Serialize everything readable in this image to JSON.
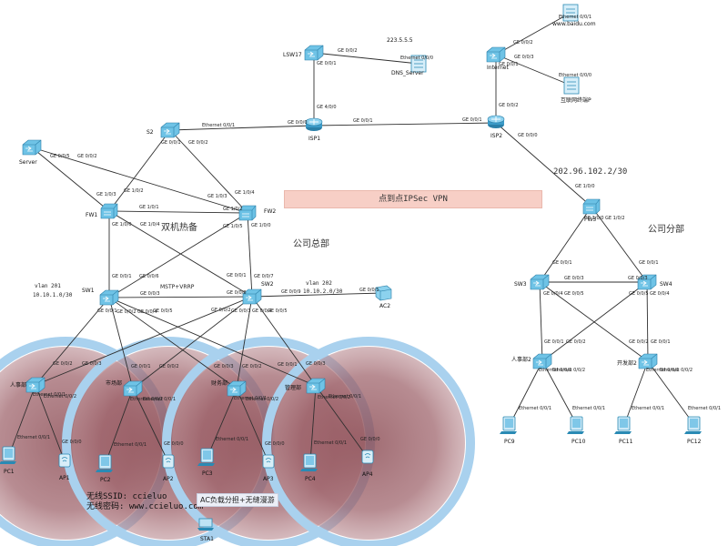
{
  "colors": {
    "accent": "#2a8ab4",
    "link": "#2f2f2f",
    "vpn_band": "#f7cfc6",
    "wifi_area": "#8a4a52",
    "wifi_ring": "#a9d1ee"
  },
  "vpn_banner": "点到点IPSec VPN",
  "region_labels": {
    "hot_standby": "双机热备",
    "hq": "公司总部",
    "branch": "公司分部",
    "branch_ip": "202.96.102.2/30"
  },
  "vlan_labels": {
    "vlan201": "vlan 201",
    "vlan201_ip": "10.10.1.0/30",
    "vlan202": "vlan 202",
    "vlan202_ip": "10.10.2.0/30",
    "mstp": "MSTP+VRRP"
  },
  "wireless_info": {
    "ssid": "无线SSID: ccieluo",
    "password": "无线密码: www.ccieluo.com",
    "ac_note": "AC负载分担+无缝漫游"
  },
  "nodes": [
    {
      "id": "baidu",
      "name": "www.baidu.com",
      "type": "server"
    },
    {
      "id": "lsw17",
      "name": "LSW17",
      "type": "switch"
    },
    {
      "id": "dns_ip",
      "name": "223.5.5.5",
      "type": "text"
    },
    {
      "id": "dns",
      "name": "DNS_Server",
      "type": "server"
    },
    {
      "id": "internet",
      "name": "Internet",
      "type": "switch"
    },
    {
      "id": "nettest",
      "name": "互联网终端P",
      "type": "server"
    },
    {
      "id": "isp1",
      "name": "ISP1",
      "type": "router"
    },
    {
      "id": "isp2",
      "name": "ISP2",
      "type": "router"
    },
    {
      "id": "s2",
      "name": "S2",
      "type": "switch"
    },
    {
      "id": "server",
      "name": "Server",
      "type": "switch"
    },
    {
      "id": "fw1",
      "name": "FW1",
      "type": "firewall"
    },
    {
      "id": "fw2",
      "name": "FW2",
      "type": "firewall"
    },
    {
      "id": "fw3",
      "name": "FW3",
      "type": "firewall"
    },
    {
      "id": "sw1",
      "name": "SW1",
      "type": "l3switch"
    },
    {
      "id": "sw2",
      "name": "SW2",
      "type": "l3switch"
    },
    {
      "id": "ac2",
      "name": "AC2",
      "type": "ac"
    },
    {
      "id": "sw3",
      "name": "SW3",
      "type": "l3switch"
    },
    {
      "id": "sw4",
      "name": "SW4",
      "type": "l3switch"
    },
    {
      "id": "hr",
      "name": "人事部",
      "type": "switch"
    },
    {
      "id": "mkt",
      "name": "市场部",
      "type": "switch"
    },
    {
      "id": "fin",
      "name": "财务部",
      "type": "switch"
    },
    {
      "id": "mgmt",
      "name": "管理部",
      "type": "switch"
    },
    {
      "id": "hr2",
      "name": "人事部2",
      "type": "switch"
    },
    {
      "id": "dev2",
      "name": "开发部2",
      "type": "switch"
    },
    {
      "id": "pc1",
      "name": "PC1",
      "type": "pc"
    },
    {
      "id": "ap1",
      "name": "AP1",
      "type": "ap"
    },
    {
      "id": "pc2",
      "name": "PC2",
      "type": "pc"
    },
    {
      "id": "ap2",
      "name": "AP2",
      "type": "ap"
    },
    {
      "id": "pc3",
      "name": "PC3",
      "type": "pc"
    },
    {
      "id": "ap3",
      "name": "AP3",
      "type": "ap"
    },
    {
      "id": "pc4",
      "name": "PC4",
      "type": "pc"
    },
    {
      "id": "ap4",
      "name": "AP4",
      "type": "ap"
    },
    {
      "id": "sta1",
      "name": "STA1",
      "type": "sta"
    },
    {
      "id": "pc9",
      "name": "PC9",
      "type": "pc"
    },
    {
      "id": "pc10",
      "name": "PC10",
      "type": "pc"
    },
    {
      "id": "pc11",
      "name": "PC11",
      "type": "pc"
    },
    {
      "id": "pc12",
      "name": "PC12",
      "type": "pc"
    }
  ],
  "links": [
    {
      "from": "internet",
      "to": "baidu",
      "a": "GE 0/0/2",
      "b": "Ethernet 0/0/1"
    },
    {
      "from": "internet",
      "to": "nettest",
      "a": "GE 0/0/3",
      "b": "Ethernet 0/0/0"
    },
    {
      "from": "lsw17",
      "to": "dns",
      "a": "GE 0/0/2",
      "b": "Ethernet 0/0/0"
    },
    {
      "from": "lsw17",
      "to": "isp1",
      "a": "GE 0/0/1",
      "b": "GE 4/0/0"
    },
    {
      "from": "internet",
      "to": "isp2",
      "a": "GE 0/0/1",
      "b": "GE 0/0/2"
    },
    {
      "from": "isp1",
      "to": "isp2",
      "a": "GE 0/0/1",
      "b": "GE 0/0/1"
    },
    {
      "from": "s2",
      "to": "isp1",
      "a": "Ethernet 0/0/1",
      "b": "GE 0/0/0"
    },
    {
      "from": "isp2",
      "to": "fw3",
      "a": "GE 0/0/0",
      "b": "GE 1/0/0"
    },
    {
      "from": "s2",
      "to": "fw1",
      "a": "GE 0/0/1",
      "b": "GE 1/0/2"
    },
    {
      "from": "s2",
      "to": "fw2",
      "a": "GE 0/0/2",
      "b": "GE 1/0/4"
    },
    {
      "from": "server",
      "to": "fw1",
      "a": "GE 0/0/5",
      "b": "GE 1/0/3"
    },
    {
      "from": "server",
      "to": "fw2",
      "a": "GE 0/0/2",
      "b": "GE 1/0/3"
    },
    {
      "from": "fw1",
      "to": "fw2",
      "a": "GE 1/0/1",
      "b": "GE 1/0/2"
    },
    {
      "from": "fw1",
      "to": "sw1",
      "a": "GE 1/0/0",
      "b": "GE 0/0/1"
    },
    {
      "from": "fw2",
      "to": "sw2",
      "a": "GE 1/0/0",
      "b": "GE 0/0/7"
    },
    {
      "from": "fw1",
      "to": "sw2",
      "a": "GE 1/0/4",
      "b": "GE 0/0/1"
    },
    {
      "from": "fw2",
      "to": "sw1",
      "a": "GE 1/0/5",
      "b": "GE 0/0/6"
    },
    {
      "from": "sw1",
      "to": "sw2",
      "a": "GE 0/0/3",
      "b": "GE 0/0/8"
    },
    {
      "from": "sw2",
      "to": "ac2",
      "a": "GE 0/0/9",
      "b": "GE 0/0/1"
    },
    {
      "from": "sw1",
      "to": "hr",
      "a": "GE 0/0/1",
      "b": "GE 0/0/2"
    },
    {
      "from": "sw1",
      "to": "mkt",
      "a": "GE 0/0/2",
      "b": "GE 0/0/1"
    },
    {
      "from": "sw1",
      "to": "fin",
      "a": "GE 0/0/4",
      "b": "GE 0/0/3"
    },
    {
      "from": "sw1",
      "to": "mgmt",
      "a": "GE 0/0/5",
      "b": "GE 0/0/1"
    },
    {
      "from": "sw2",
      "to": "hr",
      "a": "GE 0/0/2",
      "b": "GE 0/0/3"
    },
    {
      "from": "sw2",
      "to": "mkt",
      "a": "GE 0/0/3",
      "b": "GE 0/0/2"
    },
    {
      "from": "sw2",
      "to": "fin",
      "a": "GE 0/0/4",
      "b": "GE 0/0/2"
    },
    {
      "from": "sw2",
      "to": "mgmt",
      "a": "GE 0/0/5",
      "b": "GE 0/0/3"
    },
    {
      "from": "hr",
      "to": "pc1",
      "a": "Ethernet 0/0/1",
      "b": "Ethernet 0/0/1"
    },
    {
      "from": "hr",
      "to": "ap1",
      "a": "Ethernet 0/0/2",
      "b": "GE 0/0/0"
    },
    {
      "from": "mkt",
      "to": "pc2",
      "a": "Ethernet 0/0/2",
      "b": "Ethernet 0/0/1"
    },
    {
      "from": "mkt",
      "to": "ap2",
      "a": "Ethernet 0/0/1",
      "b": "GE 0/0/0"
    },
    {
      "from": "fin",
      "to": "pc3",
      "a": "Ethernet 0/0/1",
      "b": "Ethernet 0/0/1"
    },
    {
      "from": "fin",
      "to": "ap3",
      "a": "Ethernet 0/0/2",
      "b": "GE 0/0/0"
    },
    {
      "from": "mgmt",
      "to": "pc4",
      "a": "Ethernet 0/0/2",
      "b": "Ethernet 0/0/1"
    },
    {
      "from": "mgmt",
      "to": "ap4",
      "a": "Ethernet 0/0/1",
      "b": "GE 0/0/0"
    },
    {
      "from": "fw3",
      "to": "sw3",
      "a": "GE 1/0/0",
      "b": "GE 0/0/1"
    },
    {
      "from": "fw3",
      "to": "sw4",
      "a": "GE 1/0/2",
      "b": "GE 0/0/1"
    },
    {
      "from": "sw3",
      "to": "sw4",
      "a": "GE 0/0/3",
      "b": "GE 0/0/3"
    },
    {
      "from": "sw3",
      "to": "hr2",
      "a": "GE 0/0/4",
      "b": "GE 0/0/1"
    },
    {
      "from": "sw3",
      "to": "dev2",
      "a": "GE 0/0/5",
      "b": "GE 0/0/2"
    },
    {
      "from": "sw4",
      "to": "hr2",
      "a": "GE 0/0/5",
      "b": "GE 0/0/2"
    },
    {
      "from": "sw4",
      "to": "dev2",
      "a": "GE 0/0/4",
      "b": "GE 0/0/1"
    },
    {
      "from": "hr2",
      "to": "pc9",
      "a": "Ethernet 0/0/1",
      "b": "Ethernet 0/0/1"
    },
    {
      "from": "hr2",
      "to": "pc10",
      "a": "Ethernet 0/0/2",
      "b": "Ethernet 0/0/1"
    },
    {
      "from": "dev2",
      "to": "pc11",
      "a": "Ethernet 0/0/1",
      "b": "Ethernet 0/0/1"
    },
    {
      "from": "dev2",
      "to": "pc12",
      "a": "Ethernet 0/0/2",
      "b": "Ethernet 0/0/1"
    }
  ]
}
